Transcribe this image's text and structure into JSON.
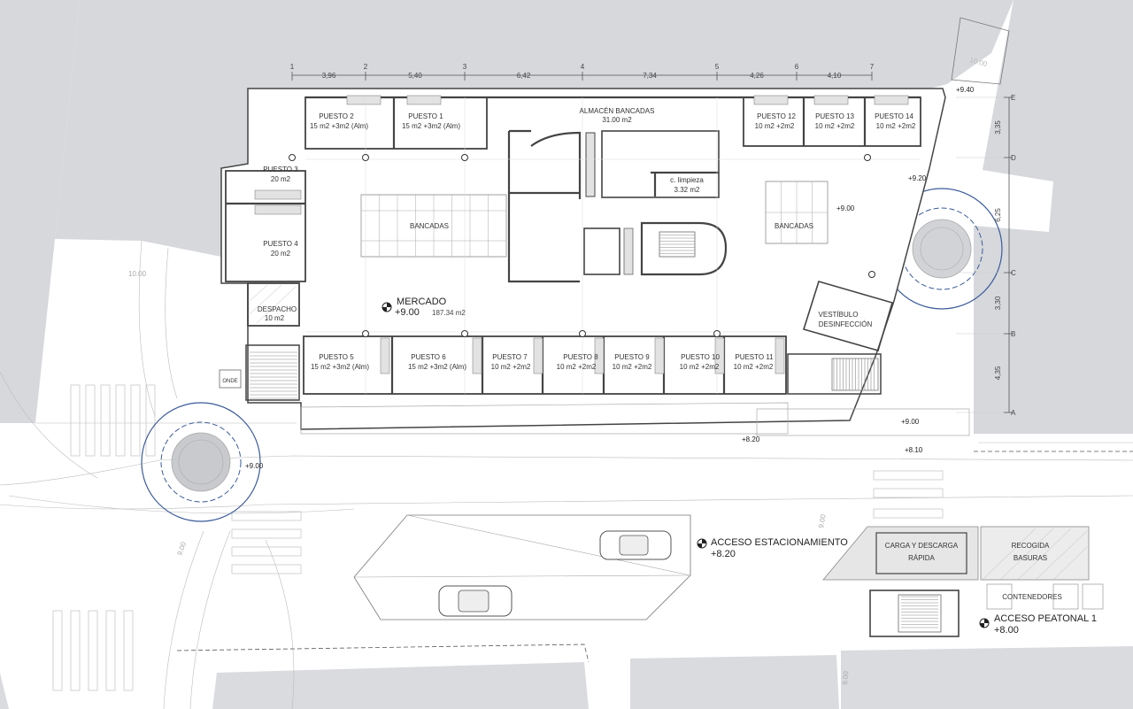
{
  "rooms": {
    "almacen": [
      "ALMACÉN BANCADAS",
      "31.00 m2"
    ],
    "puesto2": [
      "PUESTO 2",
      "15 m2 +3m2 (Alm)"
    ],
    "puesto1": [
      "PUESTO 1",
      "15 m2 +3m2 (Alm)"
    ],
    "puesto3": [
      "PUESTO 3",
      "20 m2"
    ],
    "puesto4": [
      "PUESTO 4",
      "20 m2"
    ],
    "puesto12": [
      "PUESTO 12",
      "10 m2 +2m2"
    ],
    "puesto13": [
      "PUESTO 13",
      "10 m2 +2m2"
    ],
    "puesto14": [
      "PUESTO 14",
      "10 m2 +2m2"
    ],
    "despacho": [
      "DESPACHO",
      "10 m2"
    ],
    "puesto5": [
      "PUESTO 5",
      "15 m2 +3m2 (Alm)"
    ],
    "puesto6": [
      "PUESTO 6",
      "15 m2 +3m2 (Alm)"
    ],
    "puesto7": [
      "PUESTO 7",
      "10 m2 +2m2"
    ],
    "puesto8": [
      "PUESTO 8",
      "10 m2 +2m2"
    ],
    "puesto9": [
      "PUESTO 9",
      "10 m2 +2m2"
    ],
    "puesto10": [
      "PUESTO 10",
      "10 m2 +2m2"
    ],
    "puesto11": [
      "PUESTO 11",
      "10 m2 +2m2"
    ],
    "limpieza": [
      "c. limpieza",
      "3.32 m2"
    ],
    "bancadas_w": [
      "BANCADAS"
    ],
    "bancadas_e": [
      "BANCADAS"
    ],
    "vestibulo": [
      "VESTÍBULO",
      "DESINFECCIÓN"
    ],
    "carga": [
      "CARGA Y DESCARGA",
      "RÁPIDA"
    ],
    "recogida": [
      "RECOGIDA",
      "BASURAS"
    ],
    "contenedores": [
      "CONTENEDORES"
    ],
    "onde": [
      "ONDE"
    ]
  },
  "main_labels": {
    "mercado": "MERCADO",
    "mercado_level": "+9.00",
    "mercado_area": "187.34 m2",
    "acceso_est": "ACCESO ESTACIONAMIENTO",
    "acceso_est_level": "+8.20",
    "acceso_peat": "ACCESO PEATONAL 1",
    "acceso_peat_level": "+8.00"
  },
  "levels": {
    "l940": "+9.40",
    "l920": "+9.20",
    "l900_east": "+9.00",
    "l900_se": "+9.00",
    "l900_sw": "+9.00",
    "l820": "+8.20",
    "l810": "+8.10"
  },
  "grid_top": [
    "1",
    "2",
    "3",
    "4",
    "5",
    "6",
    "7"
  ],
  "dims_top": [
    "3,96",
    "5,40",
    "6,42",
    "7,34",
    "4,26",
    "4,10"
  ],
  "grid_right": [
    "E",
    "D",
    "C",
    "B",
    "A"
  ],
  "dims_right": [
    "3,35",
    "6,25",
    "3,30",
    "4,35"
  ],
  "street_labels": {
    "s1000_w": "10.00",
    "s1000_ne": "10.00",
    "s900_w": "9.00",
    "s900_m": "9.00",
    "s900_e": "9.00"
  }
}
